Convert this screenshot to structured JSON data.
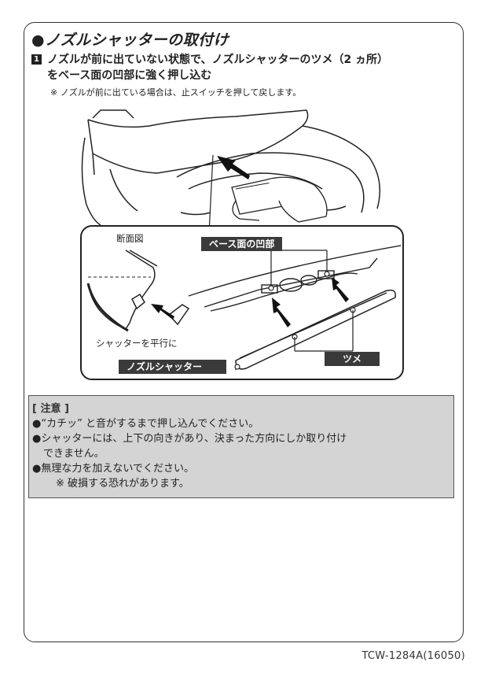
{
  "title": "●ノズルシャッターの取付け",
  "step": {
    "number": "1",
    "line1": "ノズルが前に出ていない状態で、ノズルシャッターのツメ（2 ヵ所）",
    "line2": "をベース面の凹部に強く押し込む",
    "note": "※ ノズルが前に出ている場合は、止スイッチを押して戻します。"
  },
  "callout": {
    "section_view": "断面図",
    "base_recess": "ベース面の凹部",
    "parallel": "シャッターを平行に",
    "nozzle_shutter": "ノズルシャッター",
    "tab": "ツメ"
  },
  "caution": {
    "heading": "[ 注意 ]",
    "lines": [
      "●“カチッ” と音がするまで押し込んでください。",
      "●シャッターには、上下の向きがあり、決まった方向にしか取り付け",
      "できません。",
      "●無理な力を加えないでください。",
      "※ 破損する恐れがあります。"
    ]
  },
  "footer": "TCW-1284A(16050)"
}
